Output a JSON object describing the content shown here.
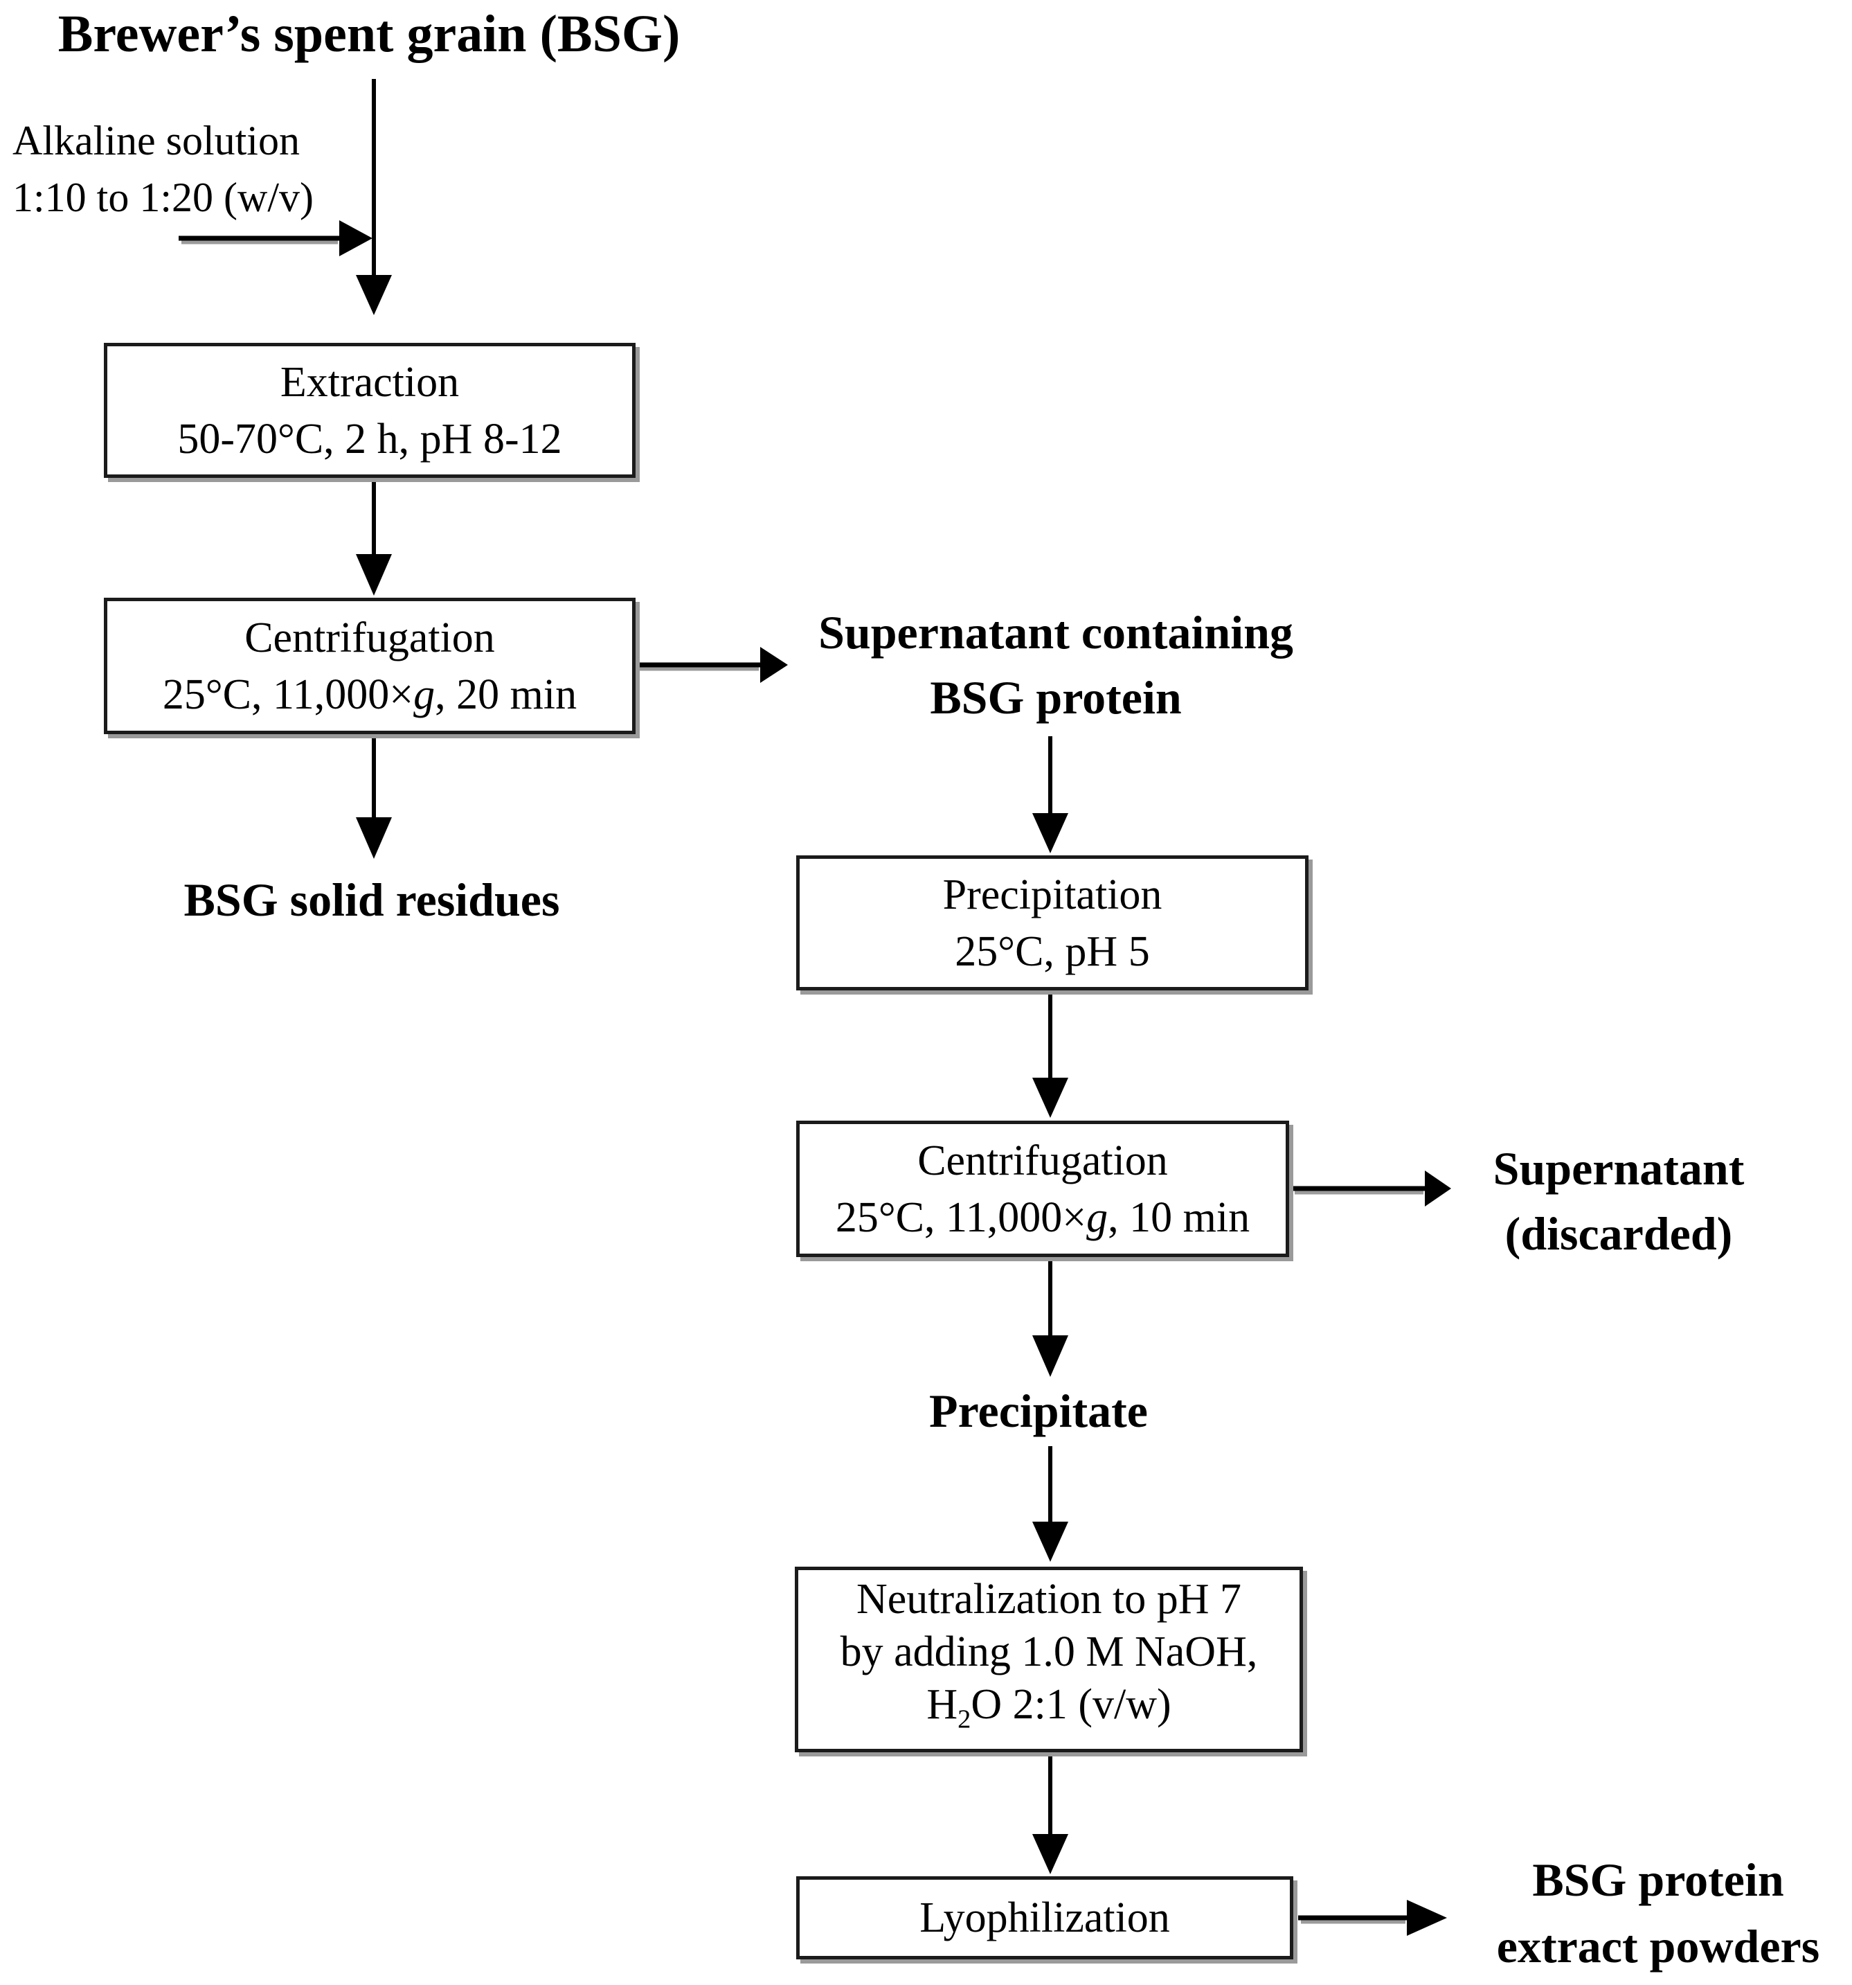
{
  "page": {
    "background": "#ffffff",
    "ink": "#000000",
    "box_border": "#1b1b1b",
    "box_shadow": "#9a9a9a"
  },
  "flowchart": {
    "title": "Brewer’s spent grain (BSG)",
    "alkaline_note": {
      "line1": "Alkaline solution",
      "line2": "1:10 to 1:20 (w/v)"
    },
    "extraction": {
      "title": "Extraction",
      "conditions": "50-70°C, 2 h, pH 8-12"
    },
    "centrifugation1": {
      "title": "Centrifugation",
      "cond_prefix": "25°C, 11,000×",
      "cond_italic": "g",
      "cond_suffix": ", 20 min"
    },
    "supernatant_label": {
      "line1": "Supernatant containing",
      "line2": "BSG protein"
    },
    "solid_residues_label": "BSG solid residues",
    "precipitation": {
      "title": "Precipitation",
      "conditions": "25°C, pH 5"
    },
    "centrifugation2": {
      "title": "Centrifugation",
      "cond_prefix": "25°C, 11,000×",
      "cond_italic": "g",
      "cond_suffix": ", 10 min"
    },
    "discarded_label": {
      "line1": "Supernatant",
      "line2": "(discarded)"
    },
    "precipitate_label": "Precipitate",
    "neutralization": {
      "line1": "Neutralization to pH 7",
      "line2": "by adding 1.0 M NaOH,",
      "line3_prefix": "H",
      "line3_sub": "2",
      "line3_suffix": "O 2:1 (v/w)"
    },
    "lyophilization": {
      "title": "Lyophilization"
    },
    "product_label": {
      "line1": "BSG protein",
      "line2": "extract powders"
    }
  }
}
